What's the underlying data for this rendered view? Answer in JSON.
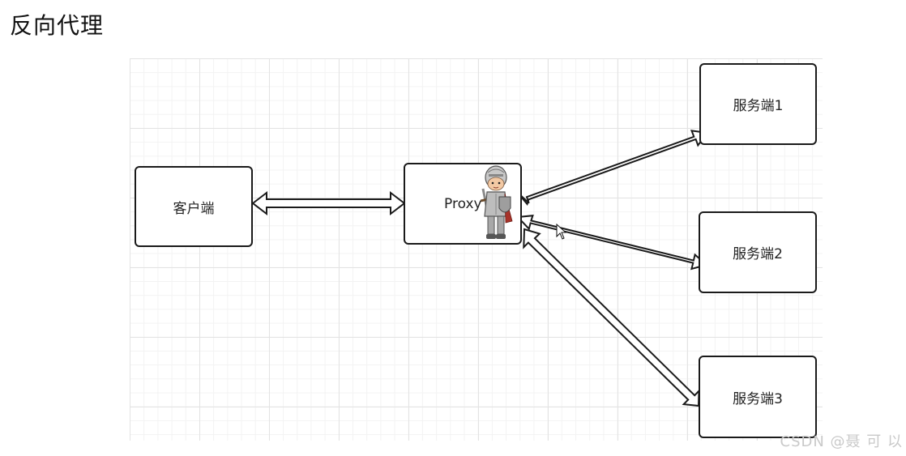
{
  "title": "反向代理",
  "nodes": {
    "client": "客户端",
    "proxy": "Proxy",
    "server1": "服务端1",
    "server2": "服务端2",
    "server3": "服务端3"
  },
  "icons": {
    "mascot": "knight-icon",
    "pointer": "cursor-icon"
  },
  "watermark": "CSDN @聂 可 以"
}
